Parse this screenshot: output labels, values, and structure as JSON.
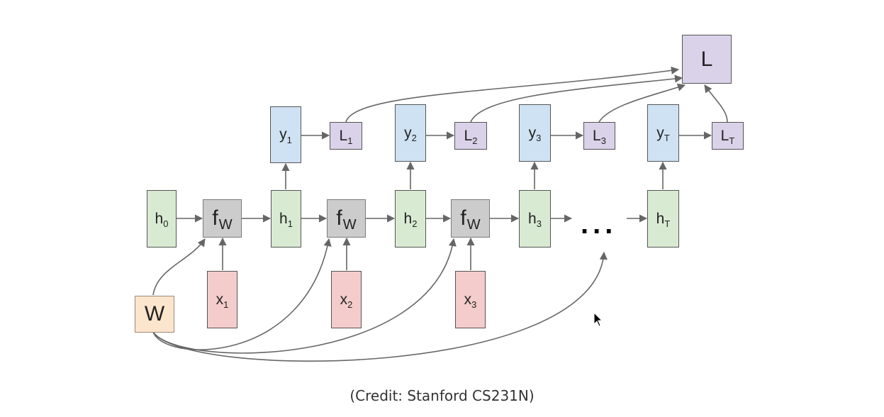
{
  "nodes": {
    "h0": {
      "base": "h",
      "sub": "0"
    },
    "h1": {
      "base": "h",
      "sub": "1"
    },
    "h2": {
      "base": "h",
      "sub": "2"
    },
    "h3": {
      "base": "h",
      "sub": "3"
    },
    "hT": {
      "base": "h",
      "sub": "T"
    },
    "f1": {
      "base": "f",
      "sub": "W"
    },
    "f2": {
      "base": "f",
      "sub": "W"
    },
    "f3": {
      "base": "f",
      "sub": "W"
    },
    "y1": {
      "base": "y",
      "sub": "1"
    },
    "y2": {
      "base": "y",
      "sub": "2"
    },
    "y3": {
      "base": "y",
      "sub": "3"
    },
    "yT": {
      "base": "y",
      "sub": "T"
    },
    "L1": {
      "base": "L",
      "sub": "1"
    },
    "L2": {
      "base": "L",
      "sub": "2"
    },
    "L3": {
      "base": "L",
      "sub": "3"
    },
    "LT": {
      "base": "L",
      "sub": "T"
    },
    "x1": {
      "base": "x",
      "sub": "1"
    },
    "x2": {
      "base": "x",
      "sub": "2"
    },
    "x3": {
      "base": "x",
      "sub": "3"
    },
    "W": {
      "base": "W"
    },
    "L": {
      "base": "L"
    }
  },
  "ellipsis": "...",
  "credit": "(Credit: Stanford CS231N)",
  "colors": {
    "hidden": "#d9ead3",
    "function": "#cccccc",
    "output": "#cfe2f3",
    "loss": "#d9d2e9",
    "input": "#f4cccc",
    "weights": "#fce5cd",
    "arrow": "#666666"
  }
}
